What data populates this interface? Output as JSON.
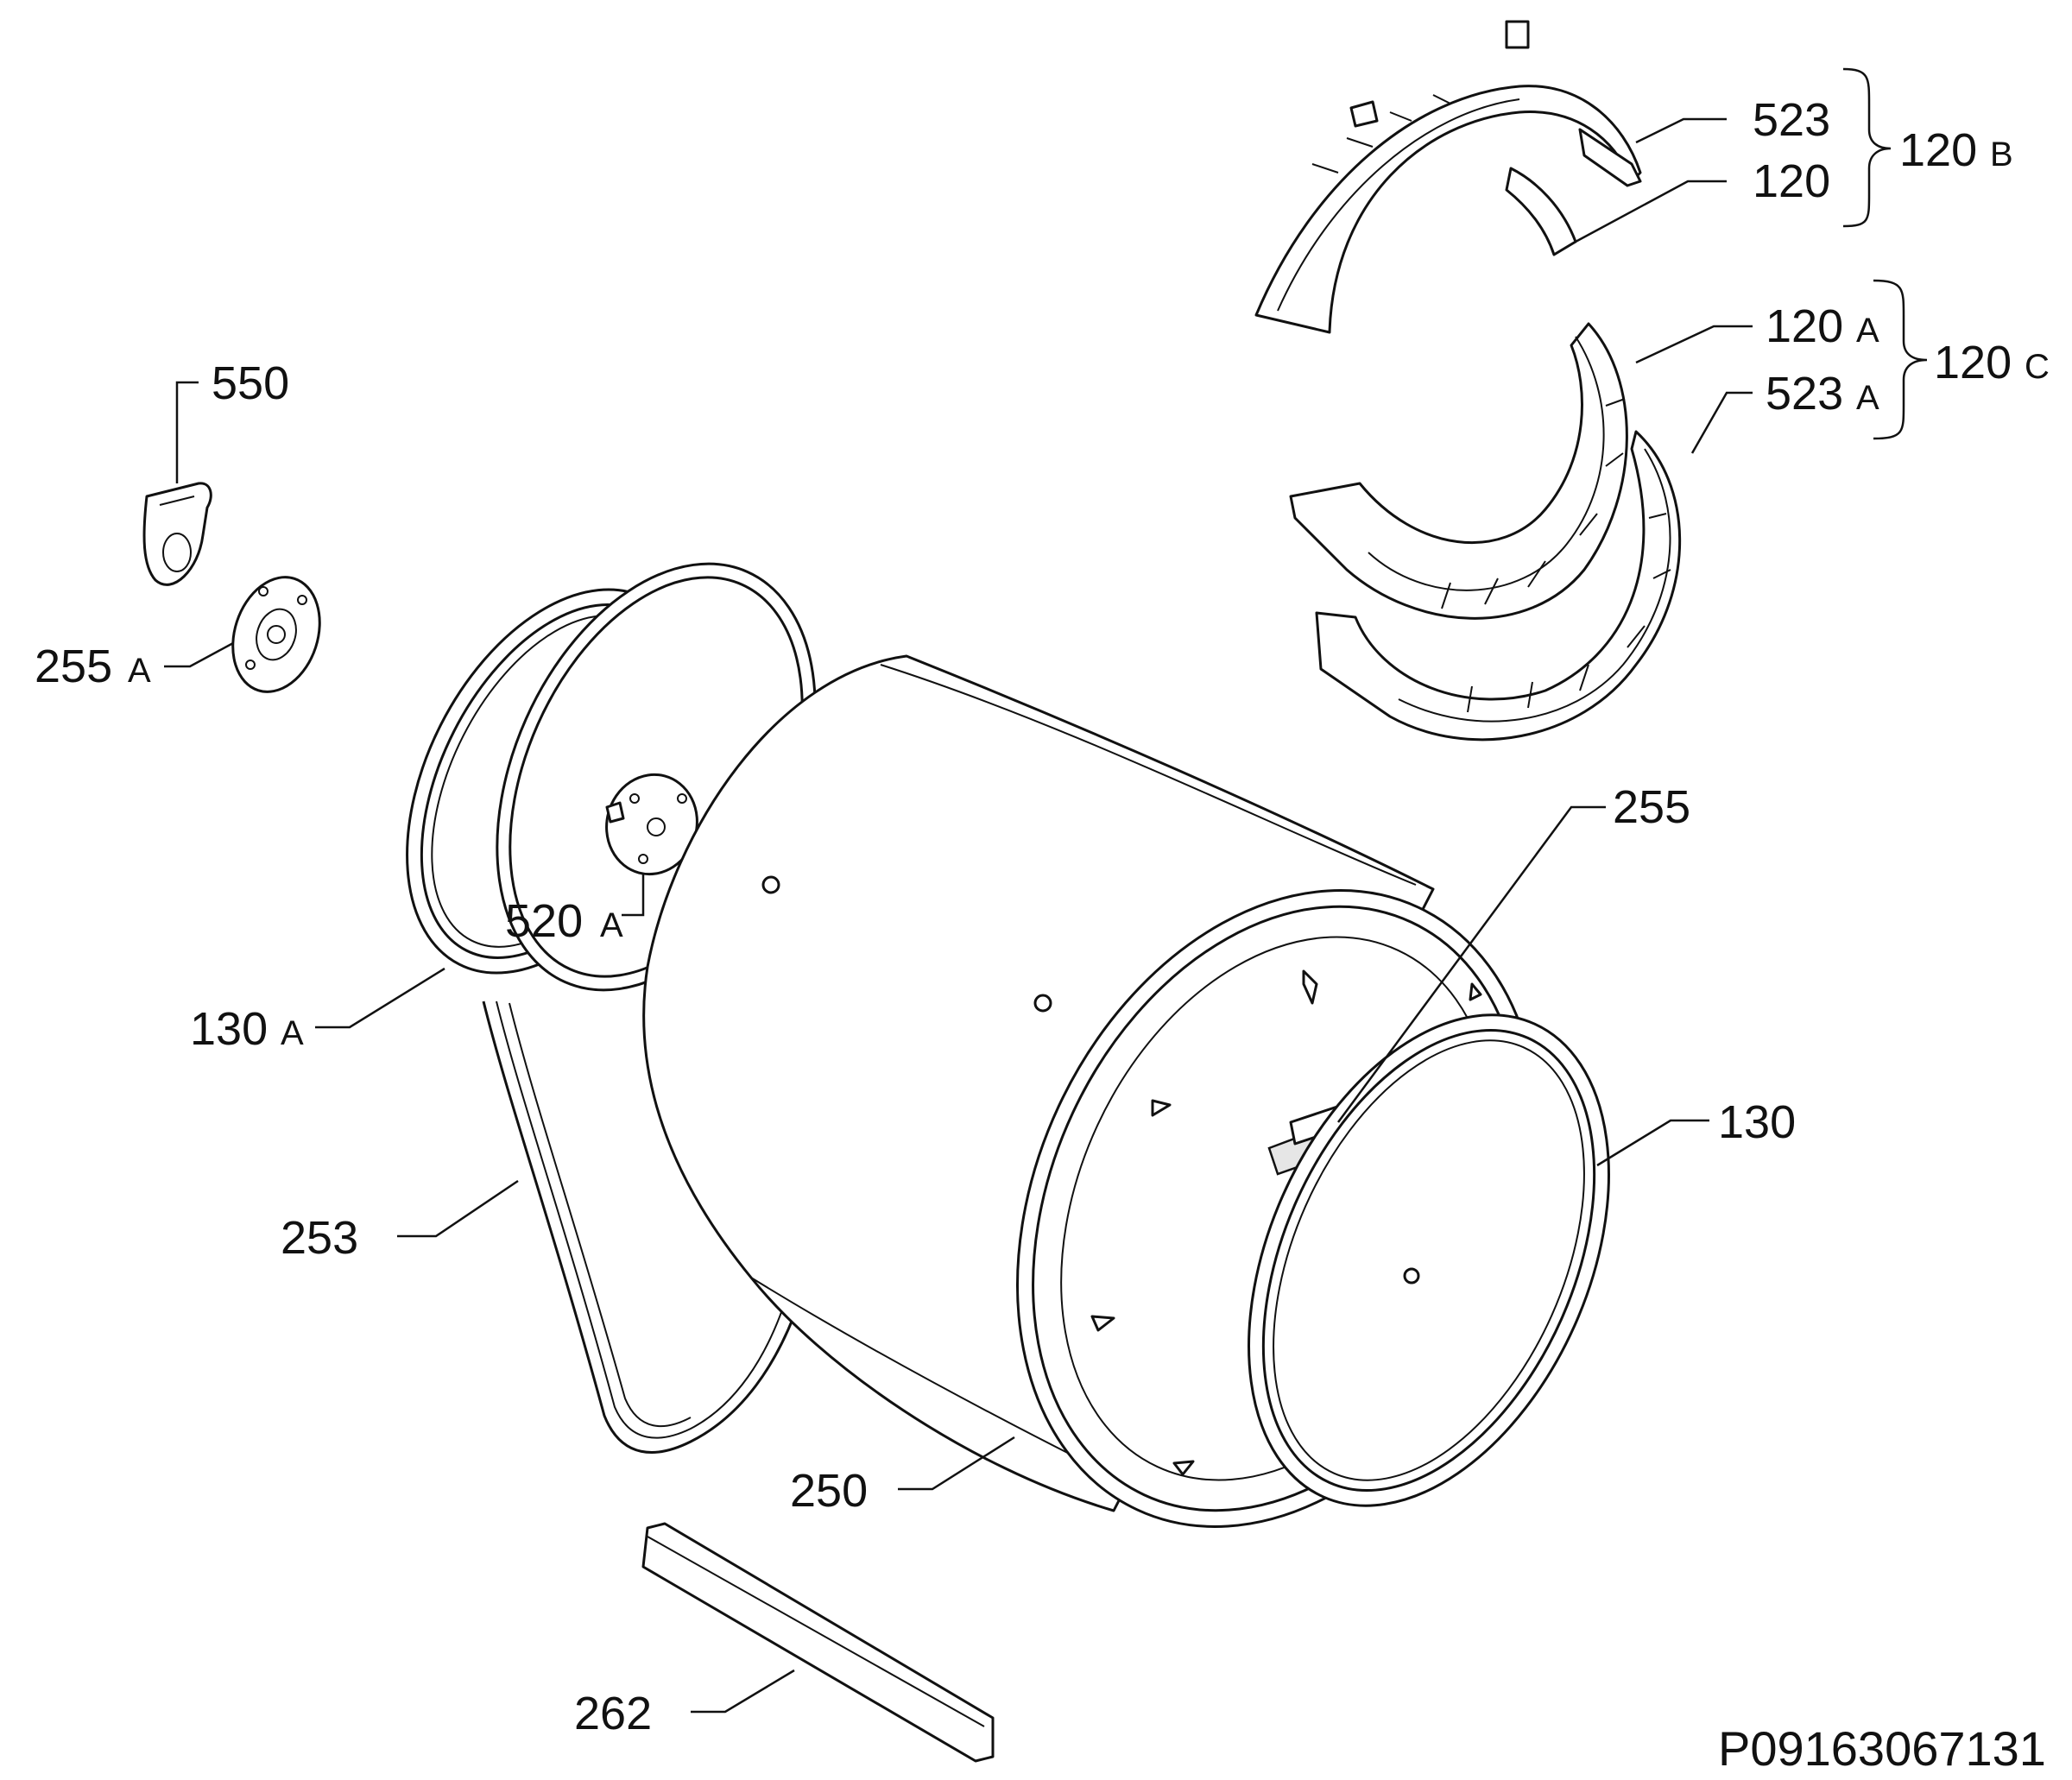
{
  "diagram": {
    "drawing_code": "P09163067131",
    "callouts": [
      {
        "id": "523",
        "num": "523",
        "suffix": ""
      },
      {
        "id": "120",
        "num": "120",
        "suffix": ""
      },
      {
        "id": "120B",
        "num": "120",
        "suffix": "B"
      },
      {
        "id": "120A",
        "num": "120",
        "suffix": "A"
      },
      {
        "id": "523A",
        "num": "523",
        "suffix": "A"
      },
      {
        "id": "120C",
        "num": "120",
        "suffix": "C"
      },
      {
        "id": "550",
        "num": "550",
        "suffix": ""
      },
      {
        "id": "255A",
        "num": "255",
        "suffix": "A"
      },
      {
        "id": "520A",
        "num": "520",
        "suffix": "A"
      },
      {
        "id": "255",
        "num": "255",
        "suffix": ""
      },
      {
        "id": "130A",
        "num": "130",
        "suffix": "A"
      },
      {
        "id": "130",
        "num": "130",
        "suffix": ""
      },
      {
        "id": "253",
        "num": "253",
        "suffix": ""
      },
      {
        "id": "250",
        "num": "250",
        "suffix": ""
      },
      {
        "id": "262",
        "num": "262",
        "suffix": ""
      }
    ]
  }
}
